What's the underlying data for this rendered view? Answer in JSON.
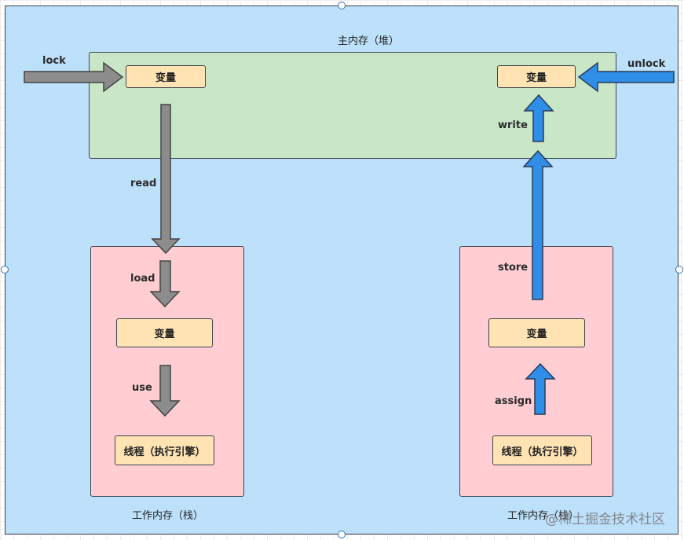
{
  "main_memory": {
    "title": "主内存（堆）",
    "left_var": "变量",
    "right_var": "变量"
  },
  "left_thread": {
    "title": "工作内存（栈）",
    "var": "变量",
    "engine": "线程（执行引擎）"
  },
  "right_thread": {
    "title": "工作内存（栈）",
    "var": "变量",
    "engine": "线程（执行引擎）"
  },
  "operations": {
    "lock": "lock",
    "unlock": "unlock",
    "read": "read",
    "load": "load",
    "use": "use",
    "assign": "assign",
    "store": "store",
    "write": "write"
  },
  "colors": {
    "gray_arrow": "#8c8c8c",
    "blue_arrow": "#2f8ee8"
  },
  "watermark": "@稀土掘金技术社区"
}
